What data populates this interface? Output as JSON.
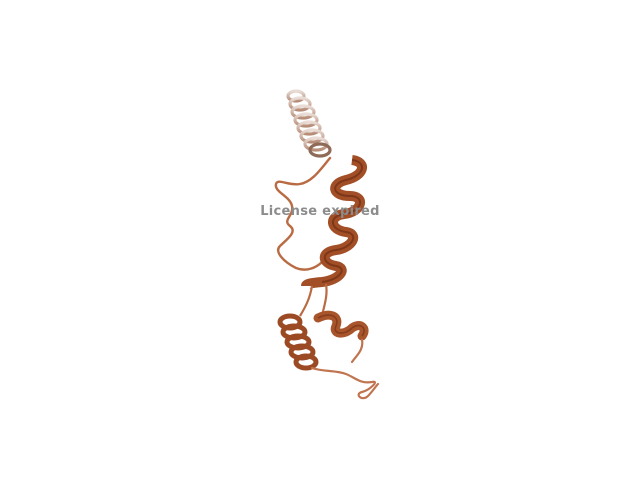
{
  "viewer": {
    "watermark_text": "License expired"
  },
  "colors": {
    "background": "#ffffff",
    "ribbon_dark": "#7a3518",
    "ribbon_mid": "#a9552c",
    "ribbon_light": "#c9764a",
    "faded_helix": "#d7c2b8",
    "watermark": "#8c8c8c"
  },
  "structure": {
    "type": "protein cartoon",
    "secondary_elements": [
      "helix",
      "helix",
      "helix",
      "helix",
      "coil"
    ]
  }
}
